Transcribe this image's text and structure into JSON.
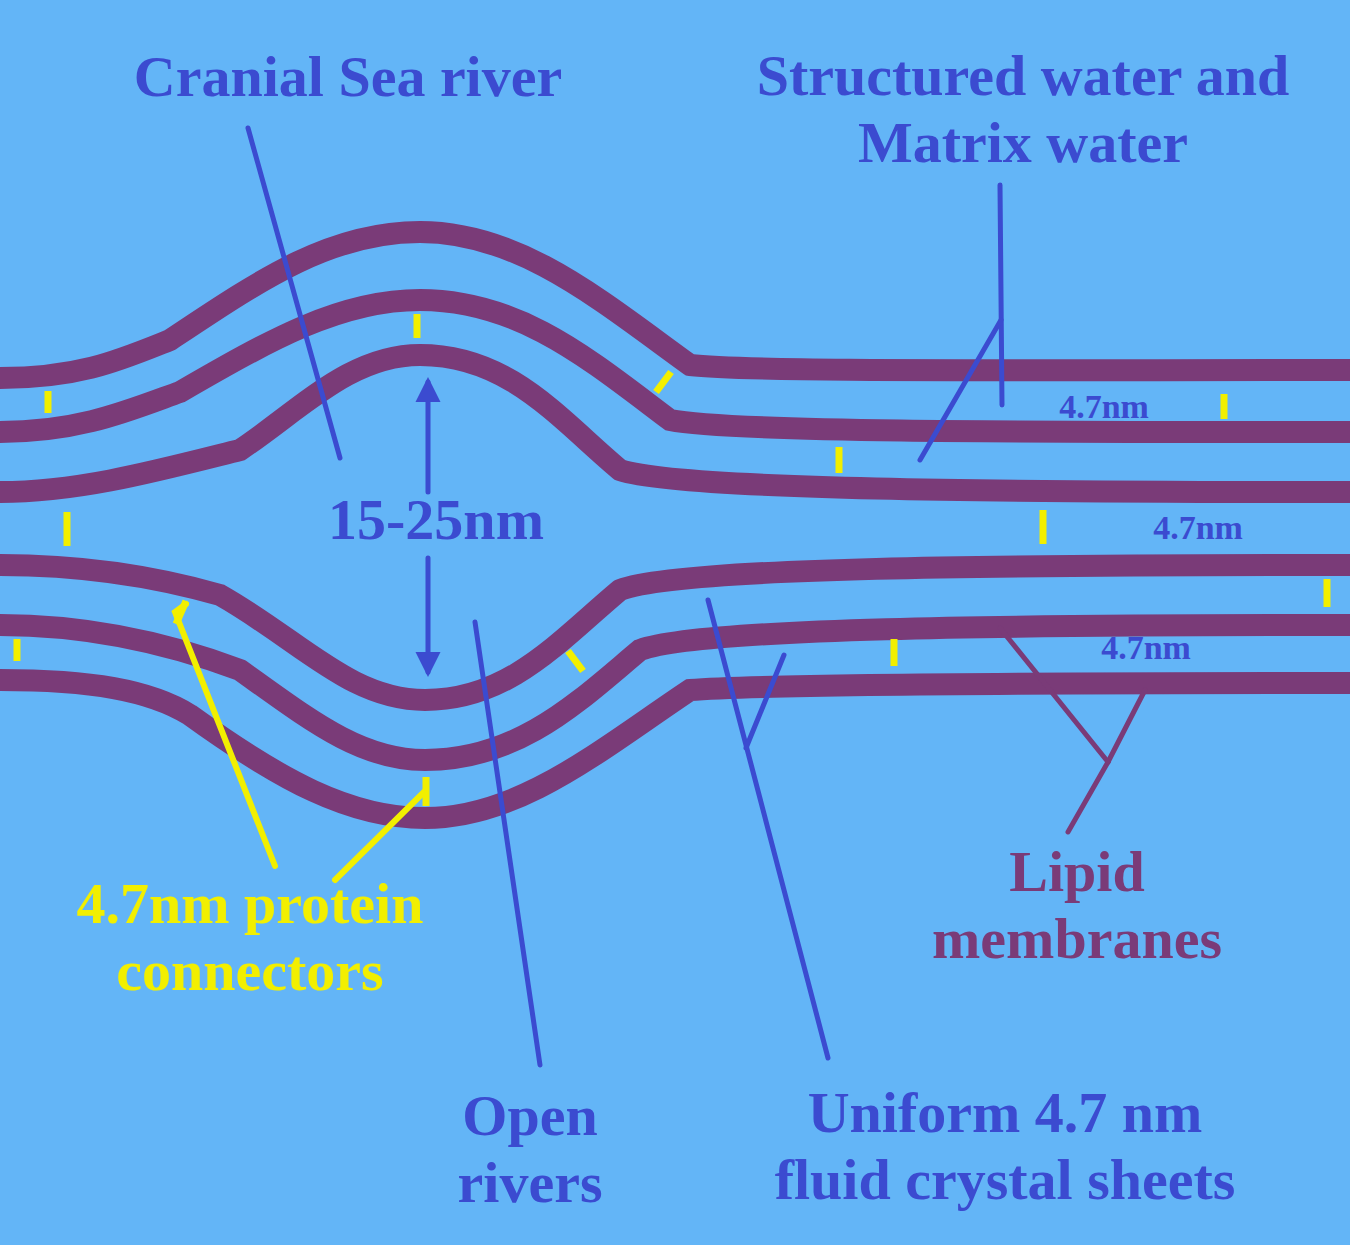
{
  "diagram": {
    "labels": [
      "Cranial Sea river",
      "Structured water and Matrix water",
      "4.7nm",
      "15-25nm",
      "4.7nm",
      "4.7nm",
      "4.7nm protein connectors",
      "Open rivers",
      "Uniform 4.7 nm fluid crystal sheets",
      "Lipid membranes"
    ]
  }
}
